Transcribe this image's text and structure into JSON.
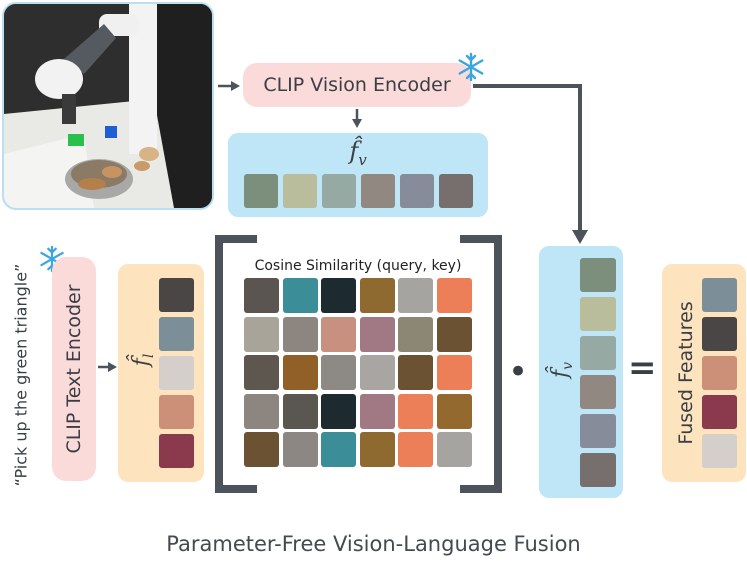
{
  "vision_encoder": {
    "label": "CLIP Vision Encoder",
    "frozen_icon": "snowflake-icon"
  },
  "text_encoder": {
    "label": "CLIP Text Encoder",
    "frozen_icon": "snowflake-icon"
  },
  "instruction": {
    "text": "“Pick up the green triangle”"
  },
  "fv_hat_top": {
    "label": "f̂",
    "subscript": "v",
    "colors": [
      "#7b8f7c",
      "#b9bd9c",
      "#96a9a3",
      "#908881",
      "#878c9b",
      "#766f6e"
    ]
  },
  "fl_hat": {
    "label": "f̂",
    "subscript": "l",
    "colors": [
      "#4b4646",
      "#7c8f98",
      "#d5cfcb",
      "#cc9079",
      "#8b3a4d"
    ]
  },
  "similarity": {
    "title": "Cosine Similarity (query, key)",
    "grid": [
      [
        "#5a5550",
        "#3b8d98",
        "#1d2a30",
        "#8e6930",
        "#a5a4a0",
        "#ec7f58"
      ],
      [
        "#a9a49a",
        "#8d8580",
        "#c7907f",
        "#a17985",
        "#8c8775",
        "#6a5232"
      ],
      [
        "#5d5750",
        "#915f28",
        "#8d8984",
        "#a8a5a2",
        "#6a5232",
        "#ec7f58"
      ],
      [
        "#8c8580",
        "#5a5650",
        "#1d2a30",
        "#a17985",
        "#ec7f58",
        "#946930"
      ],
      [
        "#6a5232",
        "#8d8783",
        "#3b8d98",
        "#8e6930",
        "#ec7f58",
        "#a5a4a0"
      ]
    ]
  },
  "dot_symbol": "•",
  "fv_hat_right": {
    "label": "f̂",
    "subscript": "v",
    "colors": [
      "#7b8f7c",
      "#b9bd9c",
      "#96a9a3",
      "#908881",
      "#878c9b",
      "#766f6e"
    ]
  },
  "equals_symbol": "=",
  "fused": {
    "label": "Fused Features",
    "colors": [
      "#7c8f98",
      "#4b4646",
      "#cc9079",
      "#8b3a4d",
      "#d5cfcb"
    ]
  },
  "caption": "Parameter-Free Vision-Language Fusion"
}
